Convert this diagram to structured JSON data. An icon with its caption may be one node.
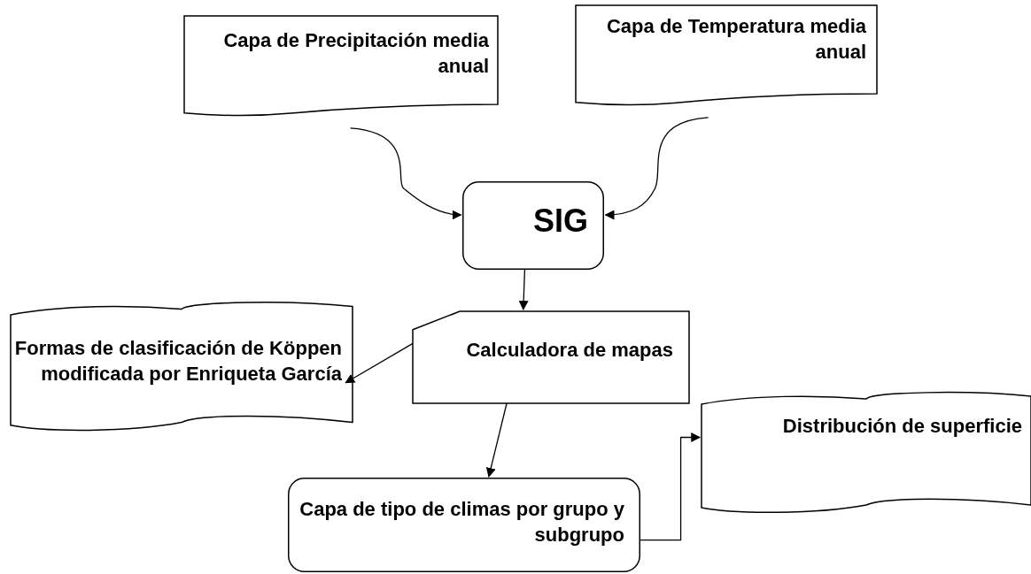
{
  "diagram": {
    "nodes": [
      {
        "text": [
          "Capa de Precipitación media anual"
        ]
      },
      {
        "text": [
          "Capa de Temperatura media anual"
        ]
      },
      {
        "text": [
          "SIG"
        ]
      },
      {
        "text": [
          "Calculadora de mapas"
        ]
      },
      {
        "text": [
          "Formas de clasificación de Köppen modificada por Enriqueta García"
        ]
      },
      {
        "text": [
          "Capa de tipo de climas por grupo y subgrupo"
        ]
      },
      {
        "text": [
          "Distribución de superficie"
        ]
      }
    ],
    "edges": [
      {
        "from": 0,
        "to": 2,
        "arrow": "to"
      },
      {
        "from": 1,
        "to": 2,
        "arrow": "to"
      },
      {
        "from": 2,
        "to": 3,
        "arrow": "to"
      },
      {
        "from": 3,
        "to": 4,
        "arrow": "to"
      },
      {
        "from": 3,
        "to": 5,
        "arrow": "to"
      },
      {
        "from": 5,
        "to": 6,
        "arrow": "to"
      }
    ]
  }
}
